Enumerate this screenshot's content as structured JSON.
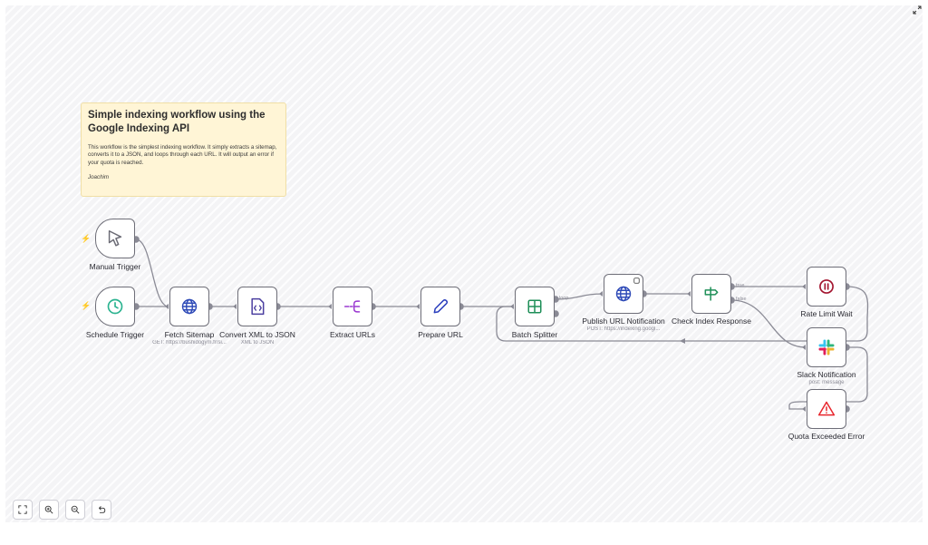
{
  "sticky_note": {
    "title": "Simple indexing workflow using the Google Indexing API",
    "body": "This workflow is the simplest indexing workflow. It simply extracts a sitemap, converts it to a JSON, and loops through each URL. It will output an error if your quota is reached.",
    "author": "Joachim"
  },
  "nodes": {
    "manual_trigger": {
      "label": "Manual Trigger",
      "icon": "cursor-icon"
    },
    "schedule_trigger": {
      "label": "Schedule Trigger",
      "icon": "clock-icon"
    },
    "fetch_sitemap": {
      "label": "Fetch Sitemap",
      "sub": "GET: https://bushidogym.fr/si...",
      "icon": "globe-icon"
    },
    "convert_xml": {
      "label": "Convert XML to JSON",
      "sub": "XML to JSON",
      "icon": "code-file-icon"
    },
    "extract_urls": {
      "label": "Extract URLs",
      "icon": "split-out-icon"
    },
    "prepare_url": {
      "label": "Prepare URL",
      "icon": "pencil-icon"
    },
    "batch_splitter": {
      "label": "Batch Splitter",
      "icon": "grid-icon"
    },
    "publish_url": {
      "label": "Publish URL Notification",
      "sub": "POST: https://indexing.googl...",
      "icon": "globe-icon"
    },
    "check_index": {
      "label": "Check Index Response",
      "icon": "signpost-icon"
    },
    "rate_limit": {
      "label": "Rate Limit Wait",
      "icon": "pause-icon"
    },
    "slack": {
      "label": "Slack Notification",
      "sub": "post: message",
      "icon": "slack-icon"
    },
    "quota_error": {
      "label": "Quota Exceeded Error",
      "icon": "warning-icon"
    }
  },
  "port_labels": {
    "loop": "loop",
    "true": "true",
    "false": "false"
  },
  "colors": {
    "clock": "#2bb390",
    "globe": "#2e4ab7",
    "code": "#4b3fa0",
    "extract": "#9b3ad1",
    "pencil": "#2b3fbe",
    "grid": "#1f8f58",
    "signpost": "#1f8f58",
    "pause": "#a3152f",
    "warning": "#e8262d",
    "edge": "#8a8a95",
    "trigger_bolt": "#ff5a4e"
  },
  "controls": [
    {
      "name": "fit-view-button",
      "icon": "fit-view-icon"
    },
    {
      "name": "zoom-in-button",
      "icon": "zoom-in-icon"
    },
    {
      "name": "zoom-out-button",
      "icon": "zoom-out-icon"
    },
    {
      "name": "reset-zoom-button",
      "icon": "undo-icon"
    }
  ]
}
